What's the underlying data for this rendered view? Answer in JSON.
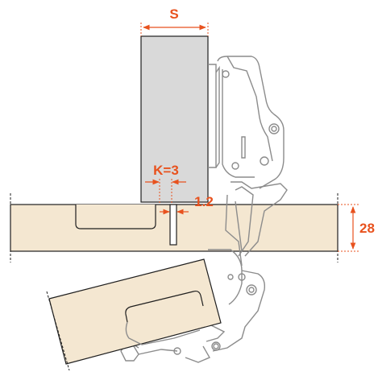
{
  "labels": {
    "side_thickness": "S",
    "cup_distance": "K=3",
    "gap": "1.2",
    "panel_thickness": "28"
  },
  "colors": {
    "dimension": "#e8521e",
    "wood_fill": "#f4e7d1",
    "wood_outline": "#1f1f1f",
    "side_panel_fill": "#d9d9d9",
    "hinge_outline": "#8c8c8c",
    "background": "#ffffff"
  },
  "icons": {
    "hinge": "concealed-hinge-mechanism",
    "arrows": "dimension-arrowheads"
  }
}
